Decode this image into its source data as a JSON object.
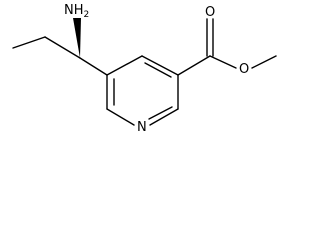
{
  "molecule": {
    "atoms": {
      "amine": {
        "element": "N",
        "hydrogen": "H",
        "count": "2"
      },
      "carbonyl_oxygen": "O",
      "ester_oxygen": "O",
      "ring_nitrogen": "N"
    },
    "stereo": {
      "wedge_from": "chiral-carbon",
      "wedge_to": "amine"
    },
    "colors": {
      "bond": "#000000",
      "label": "#000000",
      "background": "#ffffff"
    }
  }
}
